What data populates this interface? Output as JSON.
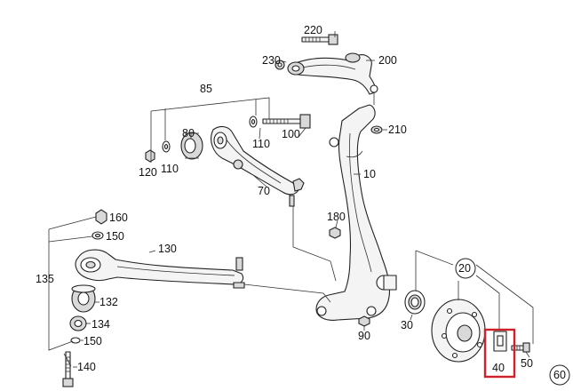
{
  "callouts": {
    "p10": "10",
    "p20": "20",
    "p30": "30",
    "p40": "40",
    "p50": "50",
    "p60": "60",
    "p70": "70",
    "p80": "80",
    "p85": "85",
    "p90": "90",
    "p100": "100",
    "p110a": "110",
    "p110b": "110",
    "p120": "120",
    "p130": "130",
    "p132": "132",
    "p134": "134",
    "p135": "135",
    "p140": "140",
    "p150a": "150",
    "p150b": "150",
    "p160": "160",
    "p180": "180",
    "p200": "200",
    "p210": "210",
    "p220": "220",
    "p230": "230"
  },
  "highlight": {
    "part": "40",
    "color": "#d0202a"
  }
}
